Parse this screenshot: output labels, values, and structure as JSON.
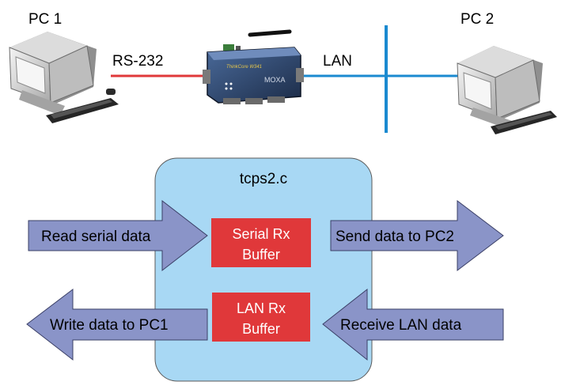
{
  "top": {
    "pc1_label": "PC 1",
    "pc2_label": "PC 2",
    "serial_link_label": "RS-232",
    "lan_link_label": "LAN",
    "device_logo_text": "MOXA",
    "device_model_text": "ThinkCore W341"
  },
  "module": {
    "title": "tcps2.c",
    "serial_buffer": {
      "line1": "Serial Rx",
      "line2": "Buffer"
    },
    "lan_buffer": {
      "line1": "LAN Rx",
      "line2": "Buffer"
    }
  },
  "flows": {
    "read_serial": "Read serial data",
    "send_pc2": "Send data to PC2",
    "write_pc1": "Write data to PC1",
    "receive_lan": "Receive LAN data"
  },
  "colors": {
    "serial_cable": "#e0383a",
    "lan_cable": "#1a8ad0",
    "module_fill": "#a8d8f4",
    "buffer_fill": "#e0383a",
    "arrow_fill": "#8a94c8",
    "arrow_stroke": "#3a3f66"
  }
}
